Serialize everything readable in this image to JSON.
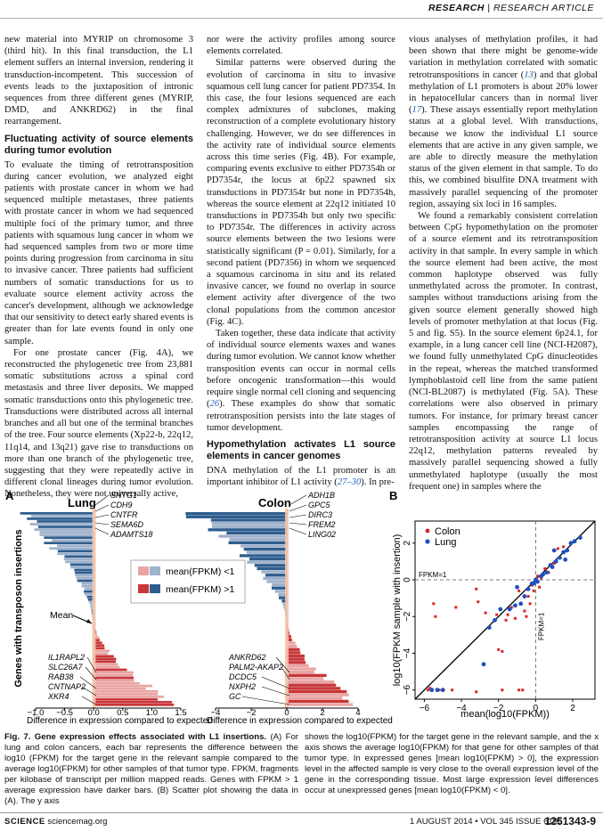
{
  "header": {
    "section": "RESEARCH",
    "separator": "|",
    "article_type": "RESEARCH ARTICLE"
  },
  "columns": {
    "col1": {
      "p1": "new material into MYRIP on chromosome 3 (third hit). In this final transduction, the L1 element suffers an internal inversion, rendering it transduction-incompetent. This succession of events leads to the juxtaposition of intronic sequences from three different genes (MYRIP, DMD, and ANKRD62) in the final rearrangement.",
      "h1": "Fluctuating activity of source elements during tumor evolution",
      "p2": "To evaluate the timing of retrotransposition during cancer evolution, we analyzed eight patients with prostate cancer in whom we had sequenced multiple metastases, three patients with prostate cancer in whom we had sequenced multiple foci of the primary tumor, and three patients with squamous lung cancer in whom we had sequenced samples from two or more time points during progression from carcinoma in situ to invasive cancer. Three patients had sufficient numbers of somatic transductions for us to evaluate source element activity across the cancer's development, although we acknowledge that our sensitivity to detect early shared events is greater than for late events found in only one sample.",
      "p3": "For one prostate cancer (Fig. 4A), we reconstructed the phylogenetic tree from 23,881 somatic substitutions across a spinal cord metastasis and three liver deposits. We mapped somatic transductions onto this phylogenetic tree. Transductions were distributed across all internal branches and all but one of the terminal branches of the tree. Four source elements (Xp22-b, 22q12, 11q14, and 13q21) gave rise to transductions on more than one branch of the phylogenetic tree, suggesting that they were repeatedly active in different clonal lineages during tumor evolution. Nonetheless, they were not universally active,"
    },
    "col2": {
      "p1": "nor were the activity profiles among source elements correlated.",
      "p2": "Similar patterns were observed during the evolution of carcinoma in situ to invasive squamous cell lung cancer for patient PD7354. In this case, the four lesions sequenced are each complex admixtures of subclones, making reconstruction of a complete evolutionary history challenging. However, we do see differences in the activity rate of individual source elements across this time series (Fig. 4B). For example, comparing events exclusive to either PD7354h or PD7354r, the locus at 6p22 spawned six transductions in PD7354r but none in PD7354h, whereas the source element at 22q12 initiated 10 transductions in PD7354h but only two specific to PD7354r. The differences in activity across source elements between the two lesions were statistically significant (P = 0.01). Similarly, for a second patient (PD7356) in whom we sequenced a squamous carcinoma in situ and its related invasive cancer, we found no overlap in source element activity after divergence of the two clonal populations from the common ancestor (Fig. 4C).",
      "p3a": "Taken together, these data indicate that activity of individual source elements waxes and wanes during tumor evolution. We cannot know whether transposition events can occur in normal cells before oncogenic transformation—this would require single normal cell cloning and sequencing (",
      "p3ref": "26",
      "p3b": "). These examples do show that somatic retrotransposition persists into the late stages of tumor development.",
      "h1": "Hypomethylation activates L1 source elements in cancer genomes",
      "p4a": "DNA methylation of the L1 promoter is an important inhibitor of L1 activity (",
      "p4ref": "27–30",
      "p4b": "). In pre-"
    },
    "col3": {
      "p1a": "vious analyses of methylation profiles, it had been shown that there might be genome-wide variation in methylation correlated with somatic retrotranspositions in cancer (",
      "p1ref1": "13",
      "p1b": ") and that global methylation of L1 promoters is about 20% lower in hepatocellular cancers than in normal liver (",
      "p1ref2": "17",
      "p1c": "). These assays essentially report methylation status at a global level. With transductions, because we know the individual L1 source elements that are active in any given sample, we are able to directly measure the methylation status of the given element in that sample. To do this, we combined bisulfite DNA treatment with massively parallel sequencing of the promoter region, assaying six loci in 16 samples.",
      "p2": "We found a remarkably consistent correlation between CpG hypomethylation on the promoter of a source element and its retrotransposition activity in that sample. In every sample in which the source element had been active, the most common haplotype observed was fully unmethylated across the promoter. In contrast, samples without transductions arising from the given source element generally showed high levels of promoter methylation at that locus (Fig. 5 and fig. S5). In the source element 6p24.1, for example, in a lung cancer cell line (NCI-H2087), we found fully unmethylated CpG dinucleotides in the repeat, whereas the matched transformed lymphoblastoid cell line from the same patient (NCI-BL2087) is methylated (Fig. 5A). These correlations were also observed in primary tumors. For instance, for primary breast cancer samples encompassing the range of retrotransposition activity at source L1 locus 22q12, methylation patterns revealed by massively parallel sequencing showed a fully unmethylated haplotype (usually the most frequent one) in samples where the"
    }
  },
  "figure": {
    "panel_a_label": "A",
    "panel_b_label": "B",
    "lung_title": "Lung",
    "colon_title": "Colon",
    "y_axis_label": "Genes with transposon insertions",
    "mean_label": "Mean",
    "legend_low": "mean(FPKM) <1",
    "legend_high": "mean(FPKM) >1",
    "lung_top_genes": [
      "SNTG1",
      "CDH9",
      "CNTFR",
      "SEMA6D",
      "ADAMTS18"
    ],
    "lung_bottom_genes": [
      "IL1RAPL2",
      "SLC26A7",
      "RAB38",
      "CNTNAP2",
      "XKR4"
    ],
    "colon_top_genes": [
      "ADH1B",
      "GPC5",
      "DIRC3",
      "FREM2",
      "LING02"
    ],
    "colon_bottom_genes": [
      "ANKRD62",
      "PALM2-AKAP2",
      "DCDC5",
      "NXPH2",
      "GC"
    ],
    "lung_xticks": [
      "−1.0",
      "−0.5",
      "0.0",
      "0.5",
      "1.0",
      "1.5"
    ],
    "colon_xticks": [
      "−4",
      "−2",
      "0",
      "2",
      "4"
    ],
    "xlabel_a": "Difference in expression compared to expected",
    "b_xlabel": "mean(log10(FPKM))",
    "b_ylabel": "log10(FPKM sample with insertion)",
    "b_xticks": [
      "−6",
      "−4",
      "−2",
      "0",
      "2"
    ],
    "b_yticks": [
      "2",
      "0",
      "−2",
      "−4",
      "−6"
    ],
    "b_legend_colon": "Colon",
    "b_legend_lung": "Lung",
    "fpkm_h": "FPKM=1",
    "fpkm_v": "FPKM=1"
  },
  "chart_data": {
    "type": "scatter",
    "xlabel": "mean(log10(FPKM))",
    "ylabel": "log10(FPKM sample with insertion)",
    "xlim": [
      -6.5,
      3.2
    ],
    "ylim": [
      -6.5,
      3.2
    ],
    "series": [
      {
        "name": "Colon",
        "color": "#d62728",
        "points": [
          [
            -5.8,
            -6
          ],
          [
            -5.7,
            -5.9
          ],
          [
            -5.2,
            -6
          ],
          [
            -4.5,
            -6
          ],
          [
            -3.2,
            -6.1
          ],
          [
            -1.8,
            -6
          ],
          [
            -0.9,
            -6
          ],
          [
            -0.7,
            -6
          ],
          [
            -5.5,
            -1.3
          ],
          [
            -4.3,
            -1.5
          ],
          [
            -3.2,
            -0.5
          ],
          [
            -3.1,
            -1.2
          ],
          [
            -2.7,
            -1.8
          ],
          [
            -2.1,
            -1.9
          ],
          [
            -2.0,
            -3.8
          ],
          [
            -1.8,
            -3.9
          ],
          [
            -1.6,
            -2.2
          ],
          [
            -1.5,
            -1.9
          ],
          [
            -1.3,
            -1.5
          ],
          [
            -1.1,
            -2.1
          ],
          [
            -0.9,
            -0.6
          ],
          [
            -0.6,
            -1.7
          ],
          [
            -0.5,
            -2.0
          ],
          [
            -0.4,
            -0.9
          ],
          [
            -0.2,
            -0.3
          ],
          [
            -0.1,
            -0.6
          ],
          [
            0.2,
            -0.4
          ],
          [
            0.3,
            0.1
          ],
          [
            0.5,
            0.6
          ],
          [
            0.7,
            0.4
          ],
          [
            1.0,
            0.9
          ],
          [
            1.2,
            1.7
          ],
          [
            1.5,
            1.8
          ],
          [
            -0.3,
            -1.3
          ],
          [
            0.1,
            0.2
          ],
          [
            -5.4,
            -2.0
          ]
        ]
      },
      {
        "name": "Lung",
        "color": "#1f4fbf",
        "points": [
          [
            -5.6,
            -6
          ],
          [
            -5.3,
            -6
          ],
          [
            -5.0,
            -6
          ],
          [
            -2.8,
            -4.6
          ],
          [
            -2.5,
            -2.6
          ],
          [
            -2.2,
            -2.2
          ],
          [
            -1.9,
            -1.6
          ],
          [
            -1.4,
            -1.6
          ],
          [
            -1.1,
            -1.4
          ],
          [
            -0.8,
            -1.3
          ],
          [
            -0.6,
            -0.9
          ],
          [
            -0.4,
            -0.5
          ],
          [
            -0.2,
            -0.2
          ],
          [
            0.0,
            0.0
          ],
          [
            0.1,
            -0.1
          ],
          [
            0.3,
            0.2
          ],
          [
            0.4,
            0.3
          ],
          [
            0.6,
            0.4
          ],
          [
            0.8,
            0.8
          ],
          [
            0.9,
            0.7
          ],
          [
            1.1,
            1.0
          ],
          [
            1.3,
            1.2
          ],
          [
            1.5,
            1.5
          ],
          [
            1.7,
            1.6
          ],
          [
            1.9,
            2.0
          ],
          [
            2.1,
            2.1
          ],
          [
            2.4,
            2.3
          ],
          [
            1.6,
            1.1
          ],
          [
            1.0,
            1.6
          ],
          [
            -1.0,
            -0.4
          ],
          [
            -0.1,
            -0.2
          ]
        ]
      }
    ]
  },
  "captions": {
    "cap1_title": "Fig. 7. Gene expression effects associated with L1 insertions.",
    "cap1_text": " (A) For lung and colon cancers, each bar represents the difference between the log10 (FPKM) for the target gene in the relevant sample compared to the average log10(FPKM) for other samples of that tumor type. FPKM, fragments per kilobase of transcript per million mapped reads. Genes with FPKM > 1 average expression have darker bars. (B) Scatter plot showing the data in (A). The y axis",
    "cap2_text": "shows the log10(FPKM) for the target gene in the relevant sample, and the x axis shows the average log10(FPKM) for that gene for other samples of that tumor type. In expressed genes [mean log10(FPKM) > 0], the expression level in the affected sample is very close to the overall expression level of the gene in the corresponding tissue. Most large expression level differences occur at unexpressed genes [mean log10(FPKM) < 0]."
  },
  "footer": {
    "journal": "SCIENCE",
    "site": "sciencemag.org",
    "issue": "1 AUGUST 2014 • VOL 345 ISSUE 6196",
    "page": "1251343-9"
  }
}
